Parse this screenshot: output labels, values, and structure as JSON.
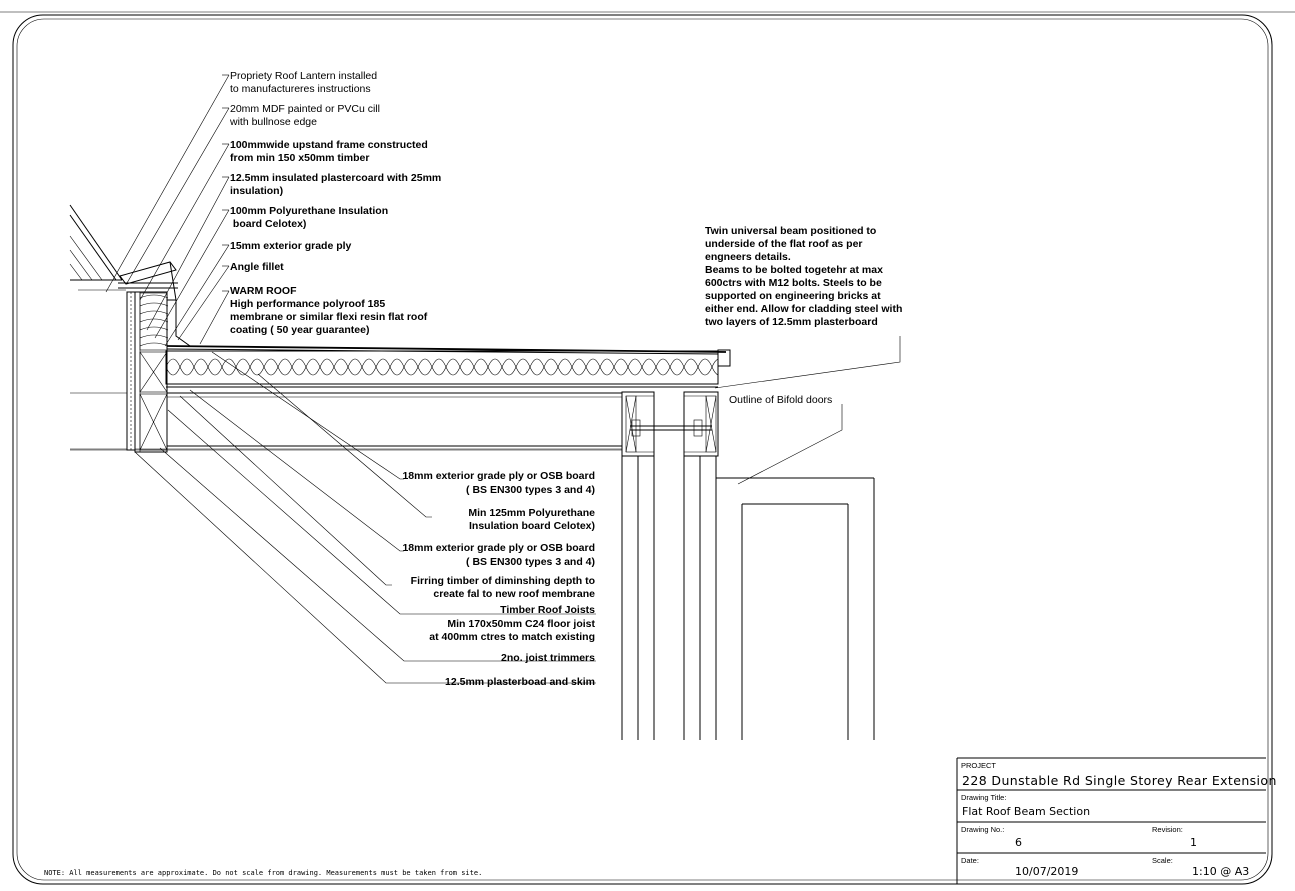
{
  "annotations_left": [
    [
      "Propriety Roof Lantern installed",
      "to manufactureres instructions"
    ],
    [
      "20mm  MDF painted or PVCu cill",
      "with bullnose edge"
    ],
    [
      "100mmwide upstand frame  constructed",
      "from min 150 x50mm timber"
    ],
    [
      "12.5mm insulated plastercoard with 25mm",
      "insulation)"
    ],
    [
      "100mm Polyurethane Insulation",
      " board Celotex)"
    ],
    [
      "15mm exterior grade ply"
    ],
    [
      "Angle fillet"
    ],
    [
      "WARM ROOF",
      "High performance polyroof 185",
      "membrane or similar flexi resin flat roof",
      "coating  ( 50 year guarantee)"
    ]
  ],
  "beam_note": [
    "Twin universal beam  positioned to",
    "underside of the flat roof as per",
    "engneers details.",
    "Beams to be bolted togetehr  at max",
    "600ctrs with M12 bolts. Steels to be",
    "supported on engineering bricks at",
    "either end. Allow for cladding steel with",
    "two layers  of 12.5mm plasterboard"
  ],
  "bifold_label": "Outline of Bifold doors",
  "annotations_lower": [
    [
      "18mm exterior grade ply or OSB board",
      "( BS EN300 types 3 and 4)"
    ],
    [
      "Min 125mm Polyurethane",
      "Insulation board Celotex)"
    ],
    [
      "18mm exterior grade ply or OSB board",
      "( BS EN300 types 3 and 4)"
    ],
    [
      "Firring timber of diminshing depth to",
      "create fal to new roof membrane"
    ],
    [
      "Timber Roof Joists",
      "Min 170x50mm C24 floor joist",
      "at 400mm ctres to match existing"
    ],
    [
      "2no. joist trimmers"
    ],
    [
      "12.5mm plasterboad and skim"
    ]
  ],
  "title_block": {
    "project_label": "PROJECT",
    "project": "228  Dunstable  Rd  Single  Storey  Rear  Extension",
    "drawing_title_label": "Drawing Title:",
    "drawing_title": "Flat  Roof  Beam  Section",
    "drawing_no_label": "Drawing No.:",
    "drawing_no": "6",
    "revision_label": "Revision:",
    "revision": "1",
    "date_label": "Date:",
    "date": "10/07/2019",
    "scale_label": "Scale:",
    "scale": "1:10  @  A3"
  },
  "footer_note": "NOTE: All measurements are approximate. Do not scale from drawing. Measurements must be taken from site."
}
